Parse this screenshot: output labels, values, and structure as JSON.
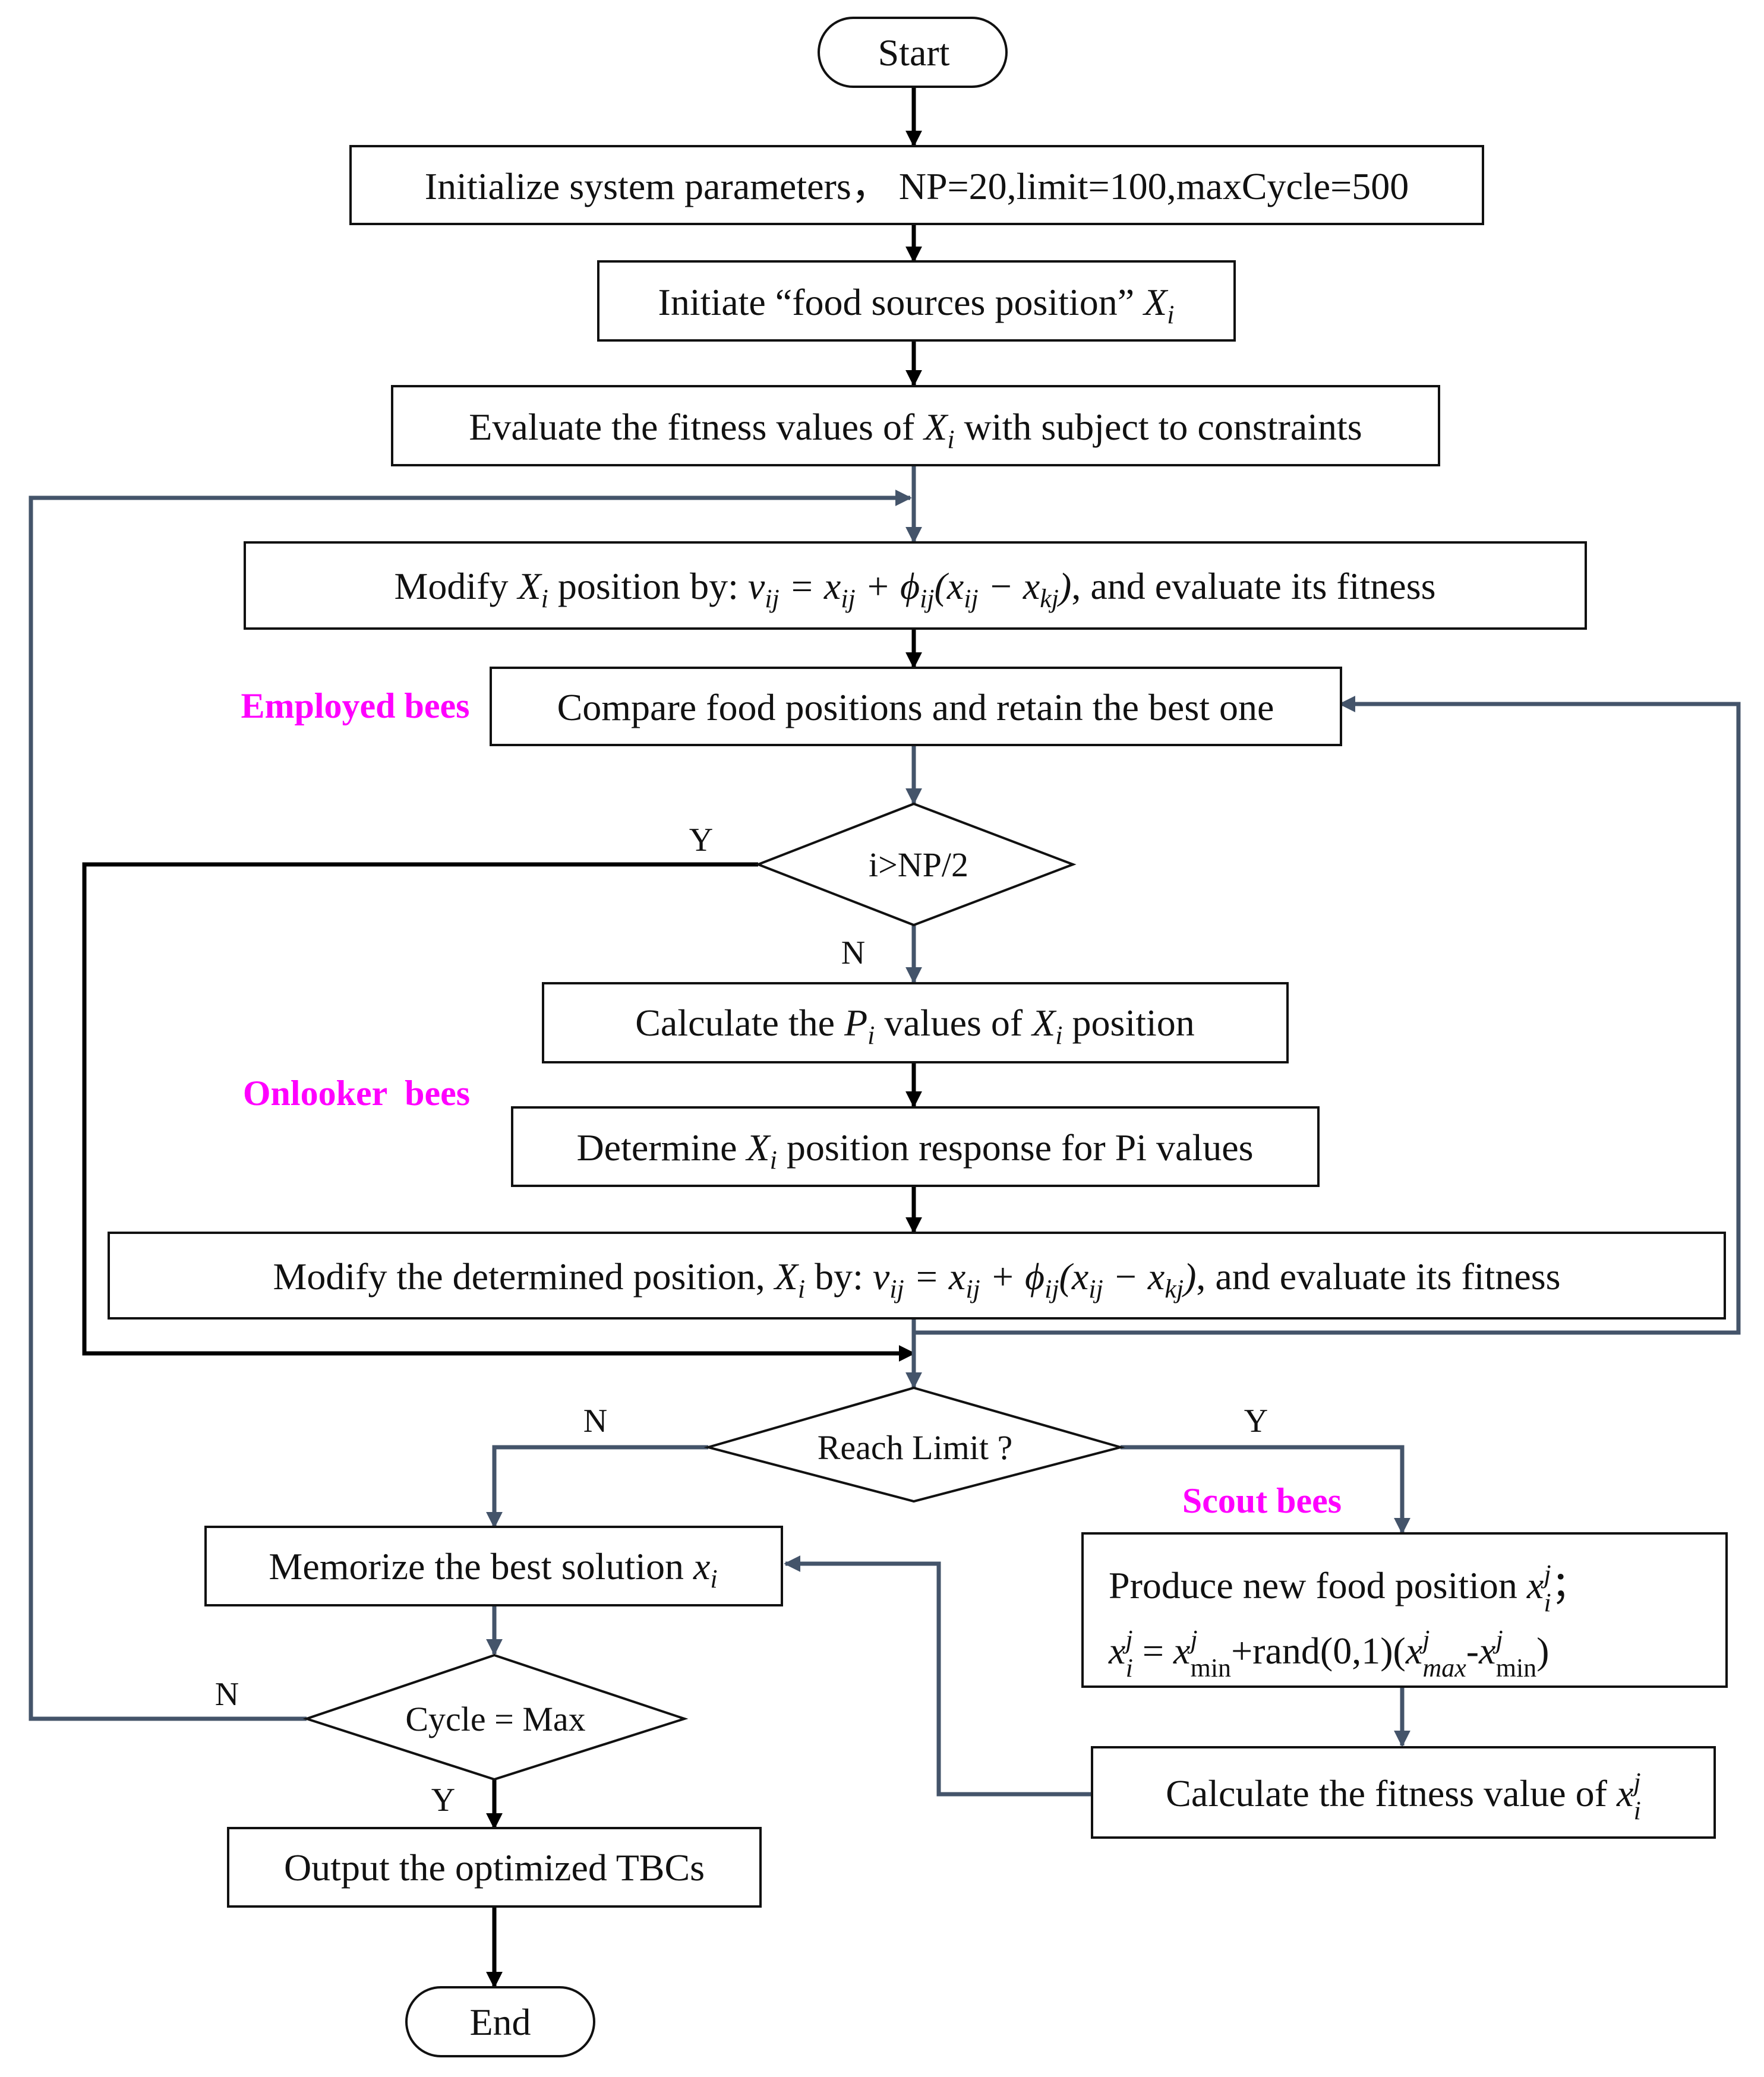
{
  "start": {
    "label": "Start"
  },
  "end": {
    "label": "End"
  },
  "colors": {
    "stage": "#ff00ff",
    "line_dark": "#000000",
    "line_slate": "#44546a"
  },
  "steps": {
    "init": "Initialize system parameters， NP=20,limit=100,maxCycle=500",
    "initiate": "Initiate “food sources position” ",
    "initiate_var": "X",
    "initiate_sub": "i",
    "evaluate_a": "Evaluate the fitness values of ",
    "evaluate_b": " with subject to constraints",
    "modify1_a": "Modify ",
    "modify1_b": " position by: ",
    "modify1_eq": "v",
    "modify_tail": ", and evaluate its fitness",
    "compare": "Compare food positions and retain the best one",
    "calc_a": "Calculate the ",
    "calc_p": "P",
    "calc_b": " values of ",
    "calc_c": " position",
    "determine_a": "Determine ",
    "determine_b": " position response for Pi values",
    "modify2_a": "Modify the determined position, ",
    "modify2_b": " by: ",
    "memorize": "Memorize the best solution ",
    "produce_a": "Produce new food position ",
    "produce_semicolon": "；",
    "produce_eq_mid": " = ",
    "produce_eq_rand": "+rand(0,1)(",
    "produce_eq_minus": "-",
    "produce_eq_close": ")",
    "calc_fitness": "Calculate the fitness value of ",
    "output": "Output the optimized  TBCs"
  },
  "decisions": {
    "np": "i>NP/2",
    "limit": "Reach Limit ?",
    "cycle": "Cycle = Max"
  },
  "edge_labels": {
    "np_yes": "Y",
    "np_no": "N",
    "limit_no": "N",
    "limit_yes": "Y",
    "cycle_no": "N",
    "cycle_yes": "Y"
  },
  "stage_labels": {
    "employed": "Employed bees",
    "onlooker": "Onlooker  bees",
    "scout": "Scout bees"
  }
}
